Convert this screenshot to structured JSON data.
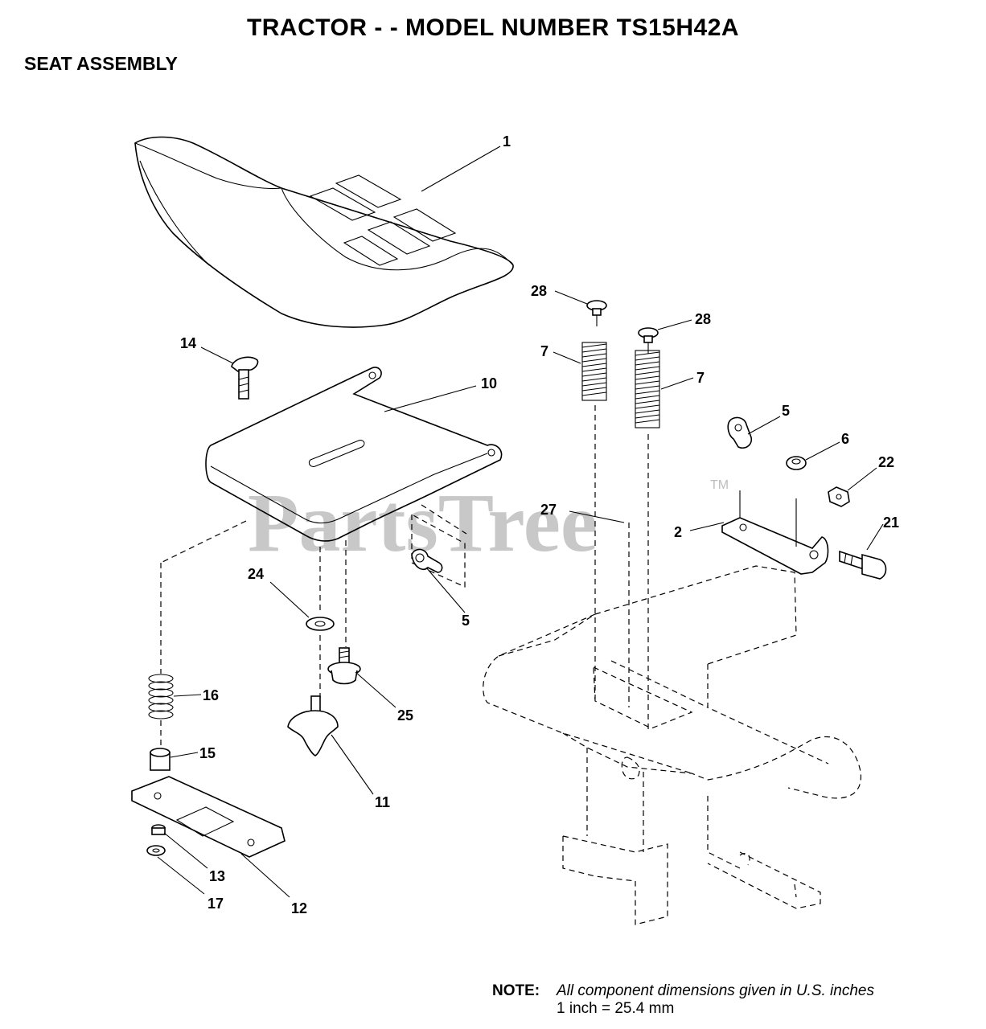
{
  "header": {
    "title": "TRACTOR - - MODEL NUMBER TS15H42A",
    "subtitle": "SEAT ASSEMBLY"
  },
  "watermark": {
    "text": "PartsTree",
    "tm": "TM"
  },
  "callouts": {
    "seat": "1",
    "seat_pan": "10",
    "carriage_bolt": "14",
    "bolt_28_left": "28",
    "bolt_28_right": "28",
    "spring_7_left": "7",
    "spring_7_right": "7",
    "clip_5_right": "5",
    "washer_6": "6",
    "nut_22": "22",
    "bolt_21": "21",
    "bracket_2": "2",
    "bolt_27": "27",
    "clip_5_left": "5",
    "washer_24": "24",
    "bolt_25": "25",
    "spring_16": "16",
    "spacer_15": "15",
    "knob_11": "11",
    "nut_13": "13",
    "washer_17": "17",
    "plate_12": "12"
  },
  "note": {
    "label": "NOTE:",
    "line1": "All component dimensions given in U.S. inches",
    "line2": "1 inch = 25.4 mm"
  }
}
